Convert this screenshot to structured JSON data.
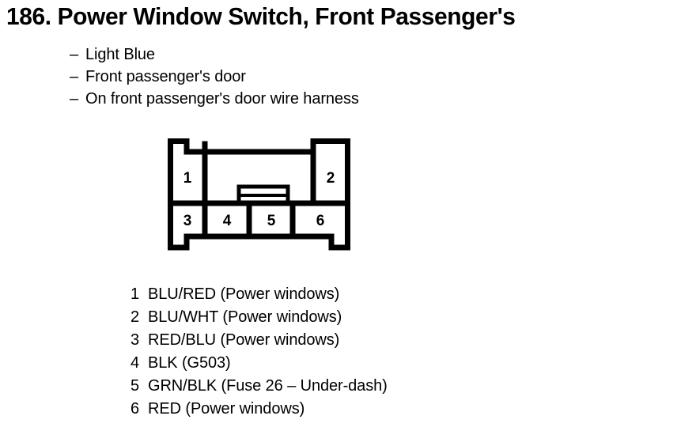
{
  "page": {
    "background_color": "#ffffff",
    "ink_color": "#000000"
  },
  "header": {
    "item_number": "186.",
    "title": "186. Power Window Switch, Front Passenger's",
    "title_text_only": "Power Window Switch, Front Passenger's"
  },
  "description": {
    "dash": "–",
    "lines": [
      {
        "text": "Light Blue"
      },
      {
        "text": "Front passenger's door"
      },
      {
        "text": "On front passenger's door wire harness"
      }
    ]
  },
  "connector": {
    "cavity_count": 6,
    "top_row": [
      "1",
      "2"
    ],
    "bottom_row": [
      "3",
      "4",
      "5",
      "6"
    ],
    "latch_label": "center-latch-tab"
  },
  "pins": [
    {
      "number": "1",
      "label": "BLU/RED (Power windows)",
      "wire_color": "BLU/RED",
      "circuit": "Power windows"
    },
    {
      "number": "2",
      "label": "BLU/WHT (Power windows)",
      "wire_color": "BLU/WHT",
      "circuit": "Power windows"
    },
    {
      "number": "3",
      "label": "RED/BLU (Power windows)",
      "wire_color": "RED/BLU",
      "circuit": "Power windows"
    },
    {
      "number": "4",
      "label": "BLK (G503)",
      "wire_color": "BLK",
      "circuit": "G503"
    },
    {
      "number": "5",
      "label": "GRN/BLK (Fuse 26 – Under-dash)",
      "wire_color": "GRN/BLK",
      "circuit": "Fuse 26 – Under-dash"
    },
    {
      "number": "6",
      "label": "RED (Power windows)",
      "wire_color": "RED",
      "circuit": "Power windows"
    }
  ]
}
